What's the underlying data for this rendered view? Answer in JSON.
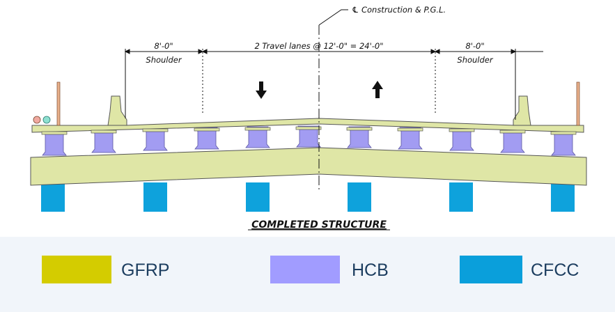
{
  "drawing": {
    "centerline_label": "℄ Construction & P.G.L.",
    "left_shoulder_dim": "8'-0\"",
    "left_shoulder_label": "Shoulder",
    "lanes_dim": "2 Travel lanes @ 12'-0\" = 24'-0\"",
    "right_shoulder_dim": "8'-0\"",
    "right_shoulder_label": "Shoulder",
    "title": "COMPLETED STRUCTURE",
    "left_arrow_icon": "arrow-down",
    "right_arrow_icon": "arrow-up"
  },
  "legend": {
    "items": [
      {
        "label": "GFRP",
        "color": "#d4cc00"
      },
      {
        "label": "HCB",
        "color": "#a19cff"
      },
      {
        "label": "CFCC",
        "color": "#0a9fdb"
      }
    ]
  },
  "colors": {
    "deck_fill": "#dfe6a6",
    "girder_fill": "#a29cf2",
    "pile_fill": "#0ea2dc",
    "band_background": "#f1f5fa"
  }
}
